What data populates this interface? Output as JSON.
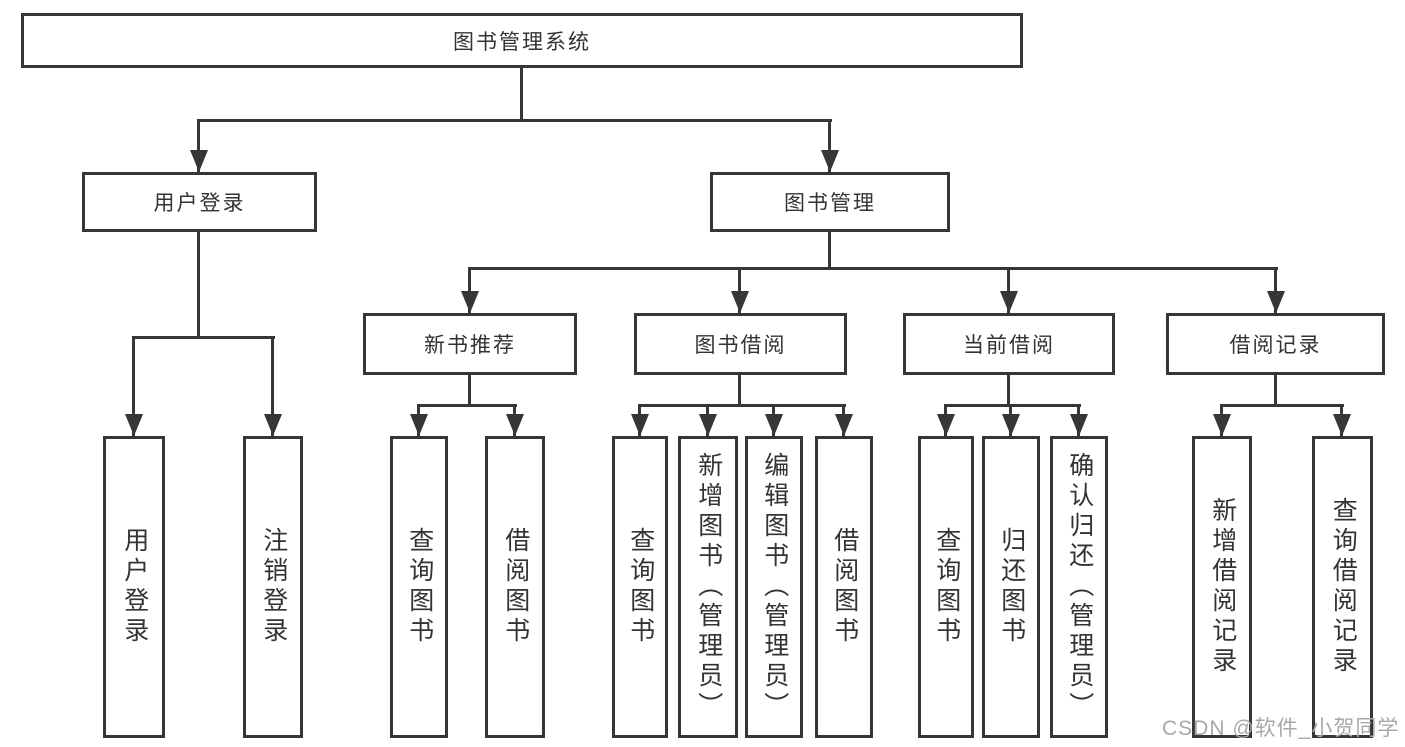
{
  "colors": {
    "line": "#363636",
    "text": "#333333",
    "box_background": "#ffffff",
    "page_background": "#ffffff",
    "watermark": "#a8a8a8"
  },
  "watermark": {
    "text": "CSDN @软件_小贺同学"
  },
  "tree": {
    "root": {
      "label": "图书管理系统"
    },
    "branches": [
      {
        "label": "用户登录",
        "children": [
          {
            "label": "用户登录"
          },
          {
            "label": "注销登录"
          }
        ]
      },
      {
        "label": "图书管理",
        "children": [
          {
            "label": "新书推荐",
            "children": [
              {
                "label": "查询图书"
              },
              {
                "label": "借阅图书"
              }
            ]
          },
          {
            "label": "图书借阅",
            "children": [
              {
                "label": "查询图书"
              },
              {
                "label": "新增图书（管理员）"
              },
              {
                "label": "编辑图书（管理员）"
              },
              {
                "label": "借阅图书"
              }
            ]
          },
          {
            "label": "当前借阅",
            "children": [
              {
                "label": "查询图书"
              },
              {
                "label": "归还图书"
              },
              {
                "label": "确认归还（管理员）"
              }
            ]
          },
          {
            "label": "借阅记录",
            "children": [
              {
                "label": "新增借阅记录"
              },
              {
                "label": "查询借阅记录"
              }
            ]
          }
        ]
      }
    ]
  }
}
